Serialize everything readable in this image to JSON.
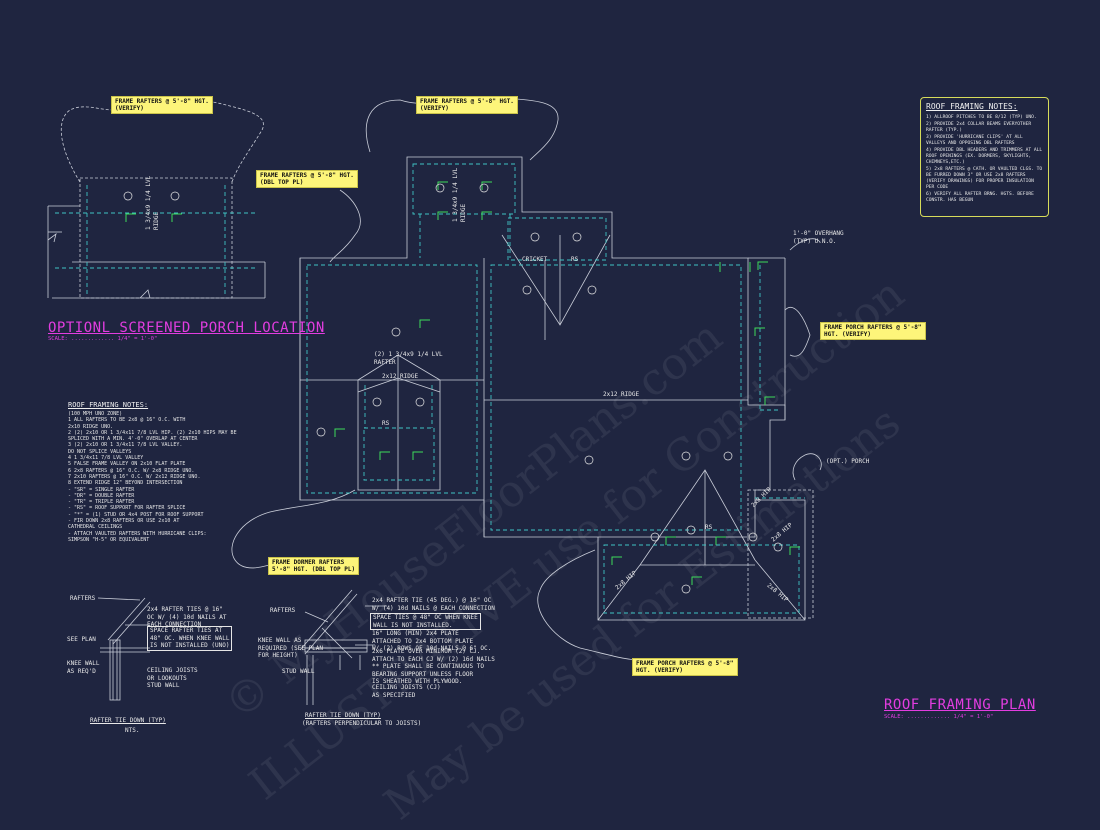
{
  "watermark": {
    "line1": "© MyHouseFloorPlans.com",
    "line2": "ILLUSTRATIVE use for Construction",
    "line3": "May be used for Estimations"
  },
  "callouts": {
    "porch_rafters": "FRAME RAFTERS @ 5'-8\" HGT.\n(VERIFY)",
    "top_rafters": "FRAME RAFTERS @ 5'-8\" HGT.\n(VERIFY)",
    "dbl_top_plate": "FRAME RAFTERS @ 5'-8\" HGT.\n(DBL TOP PL)",
    "frame_porch_right": "FRAME PORCH RAFTERS @ 5'-8\"\nHGT. (VERIFY)",
    "dormer_rafters": "FRAME DORMER RAFTERS\n5'-8\" HGT. (DBL TOP PL)",
    "frame_porch_bottom": "FRAME PORCH RAFTERS @ 5'-8\"\nHGT. (VERIFY)"
  },
  "titles": {
    "porch_title": "OPTIONL SCREENED PORCH LOCATION",
    "porch_scale": "SCALE: ............. 1/4\" = 1'-0\"",
    "plan_title": "ROOF FRAMING PLAN",
    "plan_scale": "SCALE: ............. 1/4\" = 1'-0\""
  },
  "right_notes": {
    "heading": "ROOF FRAMING NOTES:",
    "items": [
      "1) ALLROOF PITCHES TO BE 8/12 (TYP) UNO.",
      "2) PROVIDE 2x4 COLLAR BEAMS EVERYOTHER RAFTER (TYP.)",
      "3) PROVIDE 'HURRICANE CLIPS' AT ALL VALLEYS AND OPPOSING DBL RAFTERS",
      "4) PROVIDE DBL HEADERS AND TRIMMERS AT ALL ROOF OPENINGS (EX. DORMERS, SKYLIGHTS, CHIMNEYS,ETC.)",
      "5) 2x8 RAFTERS @ CATH. OR VAULTED CLGS. TO BE FURRED DOWN 3\" OR USE 2x8 RAFTERS (VERIFY DRAWINGS) FOR PROPER INSULATION PER CODE",
      "6) VERIFY ALL RAFTER BRNG. HGTS. BEFORE CONSTR. HAS BEGUN"
    ]
  },
  "left_notes": {
    "heading": "ROOF FRAMING NOTES:",
    "items": [
      "(100 MPH UNO ZONE)",
      "1  ALL RAFTERS TO BE 2x8 @ 16\" O.C. WITH",
      "   2x10 RIDGE UNO.",
      "2  (2) 2x10 OR 1 3/4x11 7/8 LVL HIP. (2) 2x10 HIPS MAY BE",
      "   SPLICED WITH A MIN. 4'-0\" OVERLAP AT CENTER",
      "3  (2) 2x10 OR 1 3/4x11 7/8 LVL VALLEY.",
      "   DO NOT SPLICE VALLEYS",
      "4  1 3/4x11 7/8 LVL VALLEY",
      "5  FALSE FRAME VALLEY ON 2x10 FLAT PLATE",
      "6  2x8 RAFTERS @ 16\" O.C. W/ 2x8 RIDGE UNO.",
      "7  2x10 RAFTERS @ 16\" O.C. W/ 2x12 RIDGE UNO.",
      "8  EXTEND RIDGE 12\" BEYOND INTERSECTION",
      "- \"SR\" = SINGLE RAFTER",
      "- \"DR\" = DOUBLE RAFTER",
      "- \"TR\" = TRIPLE RAFTER",
      "- \"RS\" = ROOF SUPPORT FOR RAFTER SPLICE",
      "- \"*\" = (1) STUD OR 4x4 POST FOR ROOF SUPPORT",
      "- FIR DOWN 2x8 RAFTERS OR USE 2x10 AT",
      "  CATHEDRAL CEILINGS",
      "- ATTACH VAULTED RAFTERS WITH HURRICANE CLIPS:",
      "  SIMPSON \"H-5\" OR EQUIVALENT"
    ]
  },
  "plan_labels": {
    "ridge_2x12_top": "2x12 RIDGE",
    "ridge_2x12_mid": "2x12 RIDGE",
    "lvl_rafter": "(2) 1 3/4x9 1/4 LVL\nRAFTER",
    "lvl_ridge_top": "1 3/4x9 1/4 LVL\nRIDGE",
    "lvl_ridge_porch": "1 3/4x9 1/4 LVL\nRIDGE",
    "cricket": "CRICKET",
    "rs1": "RS",
    "rs2": "RS",
    "rs3": "RS",
    "overhang": "1'-0\" OVERHANG\n(TYP) U.N.O.",
    "opt_porch": "(OPT.) PORCH",
    "hip1": "2x8 HIP",
    "hip2": "2x8 HIP",
    "hip3": "2x8 HIP",
    "hip4": "2x8 HIP"
  },
  "detail1": {
    "rafters": "RAFTERS",
    "note1": "2x4 RAFTER TIES @ 16\"\nOC W/ (4) 10d NAILS AT\nEACH CONNECTION",
    "note2": "SPACE RAFTER TIES AT\n48\" OC. WHEN KNEE WALL\nIS NOT INSTALLED (UNO)",
    "see_plan": "SEE PLAN",
    "knee_wall": "KNEE WALL\nAS REQ'D",
    "ceiling": "CEILING JOISTS\nOR LOOKOUTS",
    "stud_wall": "STUD WALL",
    "caption": "RAFTER TIE DOWN (TYP)",
    "caption2": "NTS."
  },
  "detail2": {
    "rafters": "RAFTERS",
    "note1": "2x4 RAFTER TIE (45 DEG.) @ 16\" OC\nW/ (4) 10d NAILS @ EACH CONNECTION",
    "note2": "SPACE TIES @ 48\" OC WHEN KNEE\nWALL IS NOT INSTALLED.",
    "knee_wall": "KNEE WALL AS\nREQUIRED (SEE PLAN\nFOR HEIGHT)",
    "note3": "16\" LONG (MIN) 2x4 PLATE\nATTACHED TO 2x4 BOTTOM PLATE\nW/ (2) ROWS OF 10d NAILS @ 6\" OC.",
    "note4": "2x6 PLATE OVER MINIMUM (2) CJ.\nATTACH TO EACH CJ W/ (2) 16d NAILS\n** PLATE SHALL BE CONTINUOUS TO\nBEARING SUPPORT UNLESS FLOOR\nIS SHEATHED WITH PLYWOOD.",
    "stud_wall": "STUD WALL",
    "ceiling": "CEILING JOISTS (CJ)\nAS SPECIFIED",
    "caption": "RAFTER TIE DOWN (TYP)",
    "caption2": "(RAFTERS PERPENDICULAR TO JOISTS)"
  },
  "colors": {
    "background": "#1f2540",
    "line": "#c9cdd8",
    "dashed": "#3fc4c4",
    "callout": "#fdf57a",
    "magenta": "#e23de0",
    "green": "#3ddc5a"
  }
}
